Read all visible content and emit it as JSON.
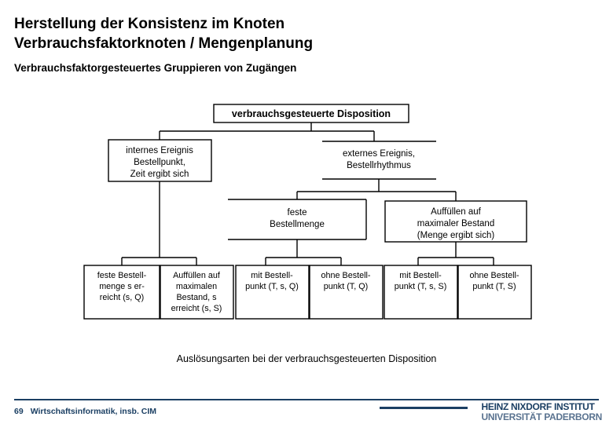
{
  "slide": {
    "title_line1": "Herstellung der Konsistenz im Knoten",
    "title_line2": "Verbrauchsfaktorknoten / Mengenplanung",
    "subtitle": "Verbrauchsfaktorgesteuertes Gruppieren von Zugängen",
    "caption": "Auslösungsarten bei der verbrauchsgesteuerten Disposition"
  },
  "footer": {
    "page_number": "69",
    "department": "Wirtschaftsinformatik, insb. CIM",
    "logo_line1": "HEINZ NIXDORF INSTITUT",
    "logo_line2": "UNIVERSITÄT PADERBORN",
    "accent_color": "#1b3f63",
    "logo_secondary_color": "#5a7390"
  },
  "diagram": {
    "type": "tree",
    "root": {
      "id": "root",
      "label": "verbrauchsgesteuerte Disposition"
    },
    "level2": [
      {
        "id": "internes-ereignis",
        "line1": "internes Ereignis",
        "line2": "Bestellpunkt,",
        "line3": "Zeit ergibt sich"
      },
      {
        "id": "externes-ereignis",
        "line1": "externes Ereignis,",
        "line2": "Bestellrhythmus"
      }
    ],
    "level3": [
      {
        "id": "feste-bestellmenge",
        "line1": "feste",
        "line2": "Bestellmenge"
      },
      {
        "id": "auffuellen-max-bestand",
        "line1": "Auffüllen auf",
        "line2": "maximaler Bestand",
        "line3": "(Menge ergibt sich)"
      }
    ],
    "leaves": [
      {
        "id": "leaf-s-q",
        "line1": "feste Bestell-",
        "line2": "menge s er-",
        "line3": "reicht (s, Q)",
        "line4": ""
      },
      {
        "id": "leaf-s-s",
        "line1": "Auffüllen auf",
        "line2": "maximalen",
        "line3": "Bestand, s",
        "line4": "erreicht (s, S)"
      },
      {
        "id": "leaf-t-s-q",
        "line1": "mit Bestell-",
        "line2": "punkt (T, s, Q)",
        "line3": "",
        "line4": ""
      },
      {
        "id": "leaf-t-q",
        "line1": "ohne Bestell-",
        "line2": "punkt (T, Q)",
        "line3": "",
        "line4": ""
      },
      {
        "id": "leaf-t-s-big-s",
        "line1": "mit Bestell-",
        "line2": "punkt (T, s, S)",
        "line3": "",
        "line4": ""
      },
      {
        "id": "leaf-t-big-s",
        "line1": "ohne Bestell-",
        "line2": "punkt (T, S)",
        "line3": "",
        "line4": ""
      }
    ]
  }
}
